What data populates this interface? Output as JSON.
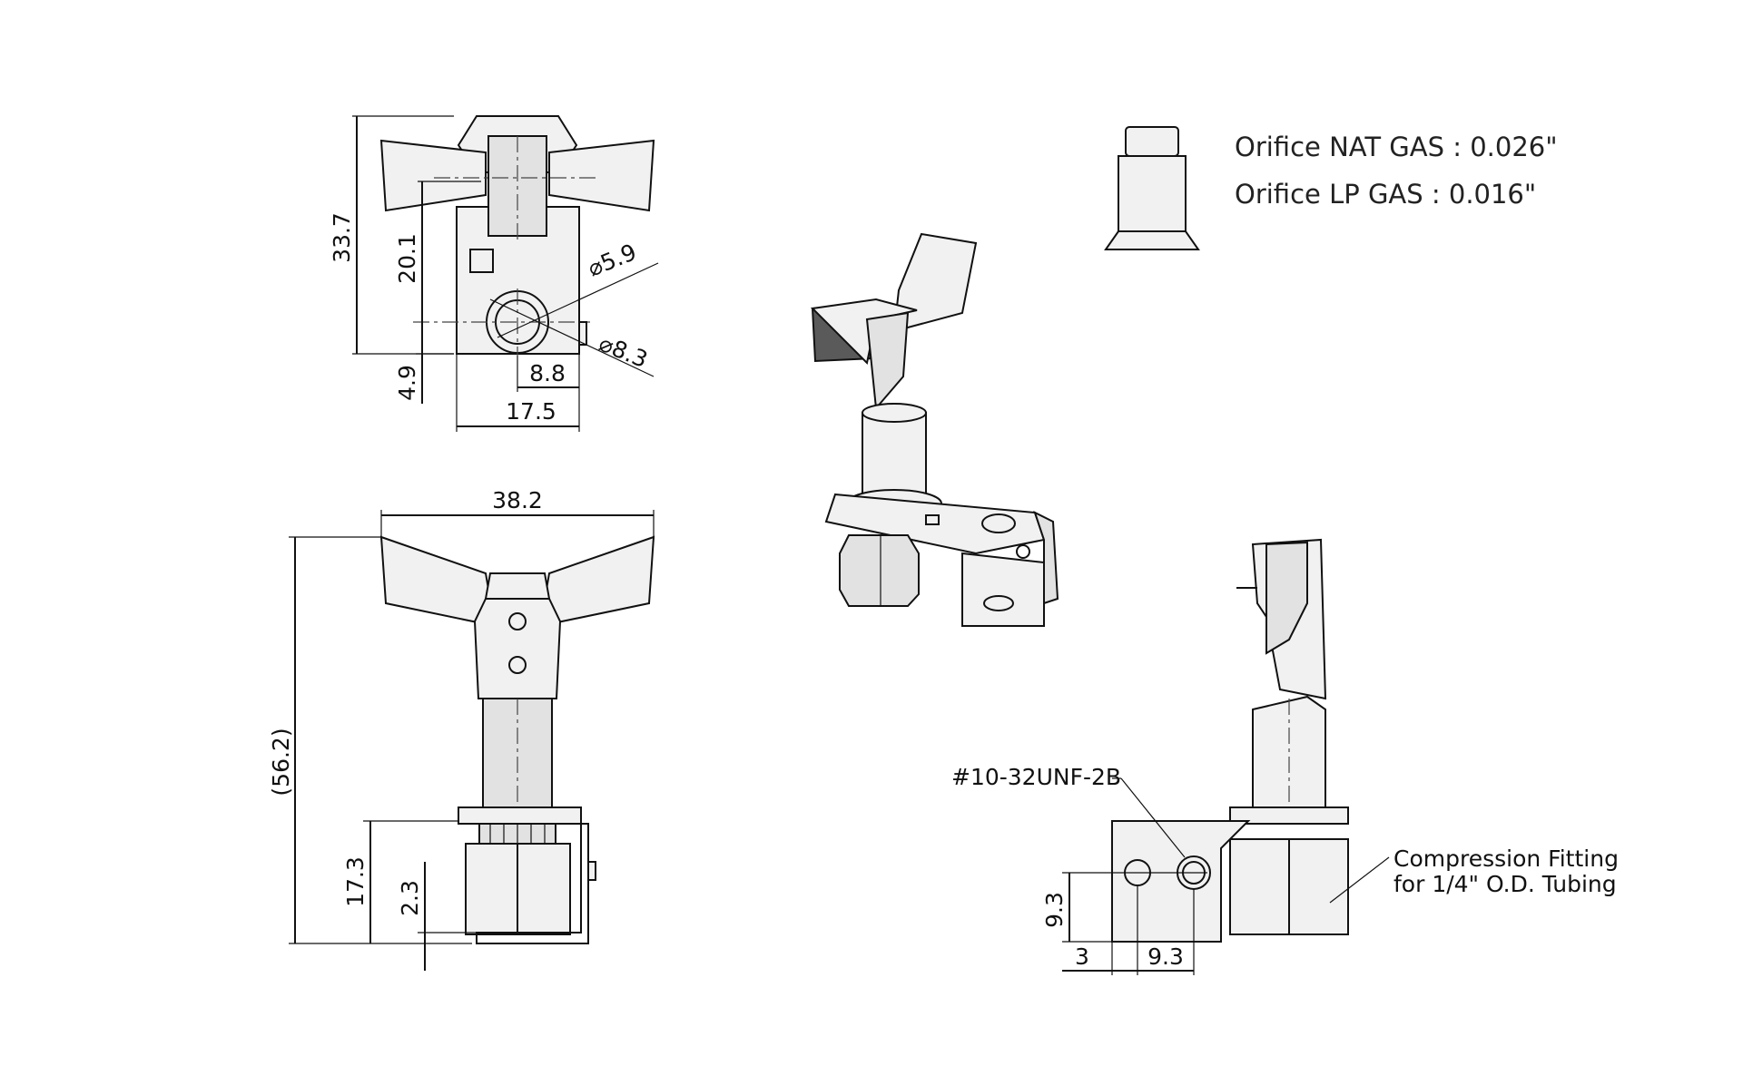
{
  "top_view": {
    "dims": {
      "height_total": "33.7",
      "height_hole": "20.1",
      "bottom_offset": "4.9",
      "hole_offset": "8.8",
      "width": "17.5",
      "inner_diameter": "⌀5.9",
      "outer_diameter": "⌀8.3"
    }
  },
  "front_view": {
    "dims": {
      "width_top": "38.2",
      "overall_height": "(56.2)",
      "fitting_height": "17.3",
      "bracket_offset": "2.3"
    }
  },
  "side_view": {
    "dims": {
      "hole_height": "9.3",
      "edge_offset": "3",
      "hole_spacing": "9.3"
    },
    "callouts": {
      "thread": "#10-32UNF-2B",
      "fitting_line1": "Compression Fitting",
      "fitting_line2": "for 1/4\" O.D. Tubing"
    }
  },
  "orifice": {
    "nat_gas": "Orifice NAT GAS : 0.026\"",
    "lp_gas": "Orifice LP GAS : 0.016\""
  }
}
